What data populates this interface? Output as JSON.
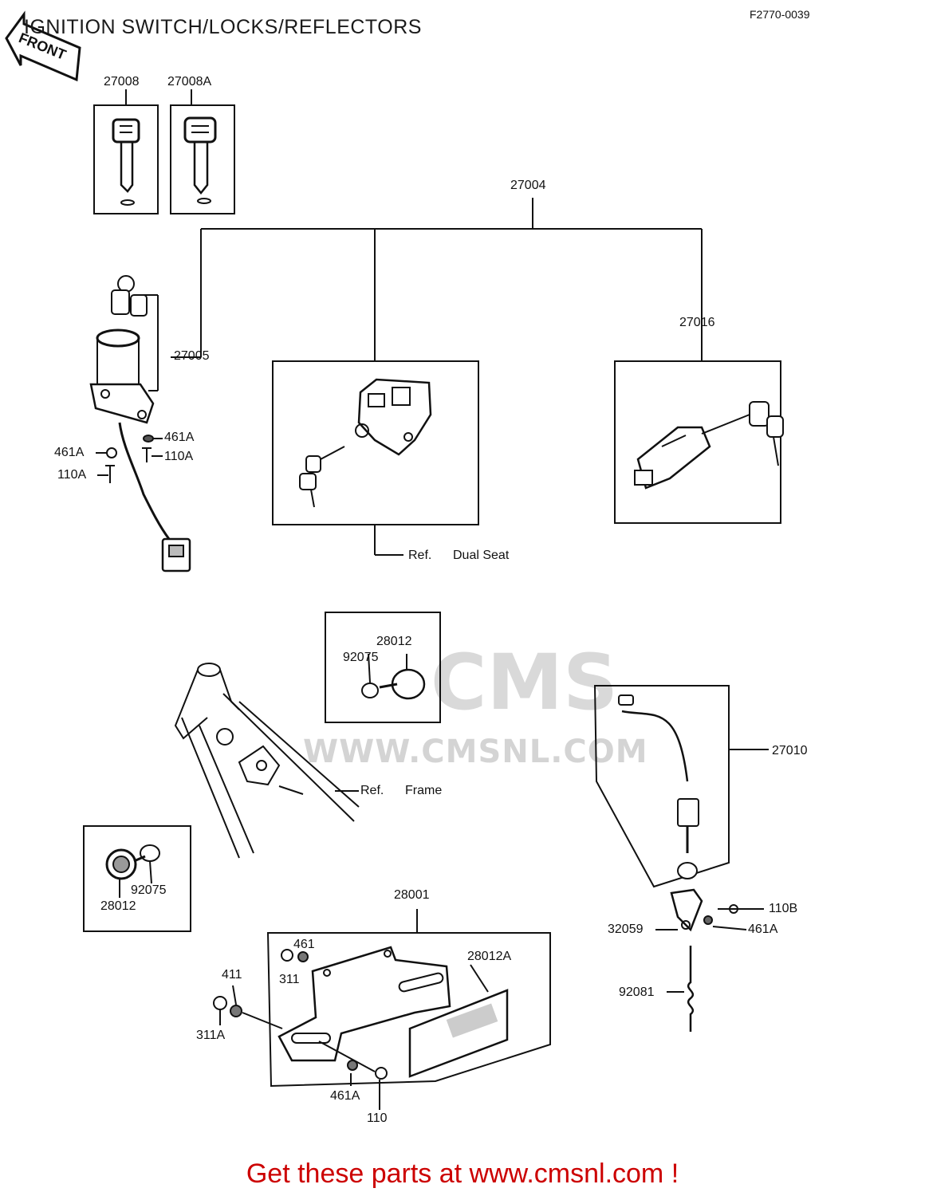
{
  "header": {
    "title": "IGNITION SWITCH/LOCKS/REFLECTORS",
    "reference": "F2770-0039",
    "front_label": "FRONT"
  },
  "watermark": {
    "logo": "CMS",
    "site": "WWW.CMSNL.COM"
  },
  "parts": {
    "p27008": "27008",
    "p27008a": "27008A",
    "p27004": "27004",
    "p27005": "27005",
    "p27016": "27016",
    "p461a_1": "461A",
    "p461a_2": "461A",
    "p110a_1": "110A",
    "p110a_2": "110A",
    "p28012_1": "28012",
    "p92075_1": "92075",
    "p92075_2": "92075",
    "p28012_2": "28012",
    "p27010": "27010",
    "p110b": "110B",
    "p32059": "32059",
    "p461a_3": "461A",
    "p92081": "92081",
    "p28001": "28001",
    "p461": "461",
    "p311": "311",
    "p411": "411",
    "p311a": "311A",
    "p28012a": "28012A",
    "p461a_4": "461A",
    "p110": "110"
  },
  "refs": {
    "dual_seat_ref": "Ref.",
    "dual_seat": "Dual Seat",
    "frame_ref": "Ref.",
    "frame": "Frame"
  },
  "footer": {
    "cta": "Get these parts at www.cmsnl.com !"
  }
}
